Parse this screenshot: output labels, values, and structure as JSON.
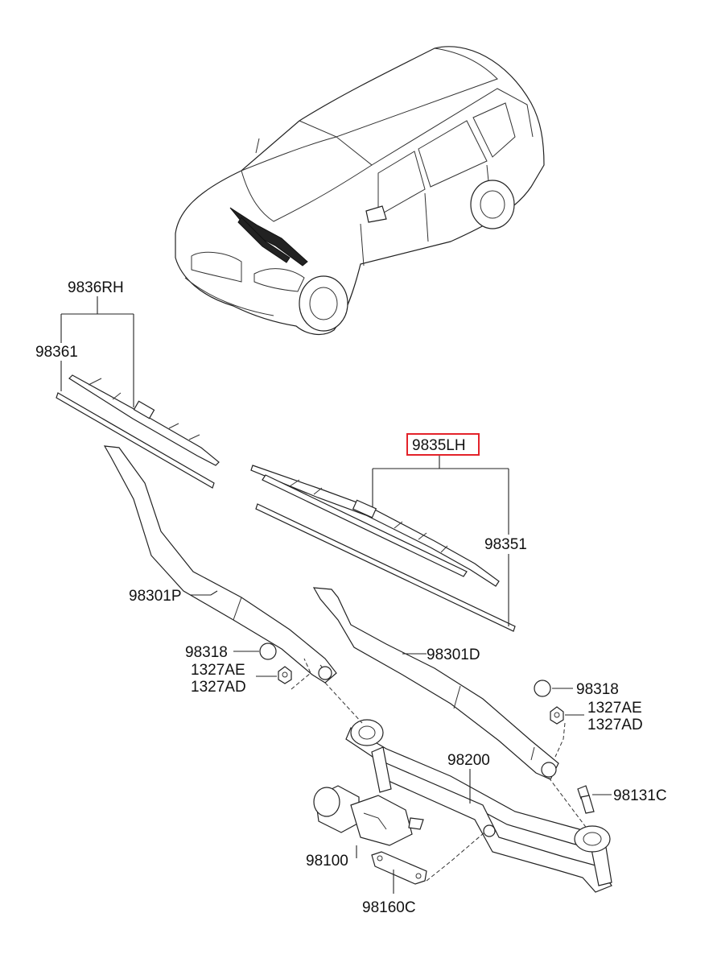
{
  "parts": {
    "wiper_blade_rh": "9836RH",
    "blade_insert_rh": "98361",
    "wiper_blade_lh": "9835LH",
    "blade_insert_lh": "98351",
    "wiper_arm_passenger": "98301P",
    "wiper_arm_driver": "98301D",
    "cap_left": "98318",
    "nut_left_ae": "1327AE",
    "nut_left_ad": "1327AD",
    "cap_right": "98318",
    "nut_right_ae": "1327AE",
    "nut_right_ad": "1327AD",
    "linkage": "98200",
    "bolt": "98131C",
    "motor": "98100",
    "bracket": "98160C"
  },
  "highlighted_part": "9835LH",
  "colors": {
    "highlight": "#e3222a",
    "line": "#222222"
  }
}
